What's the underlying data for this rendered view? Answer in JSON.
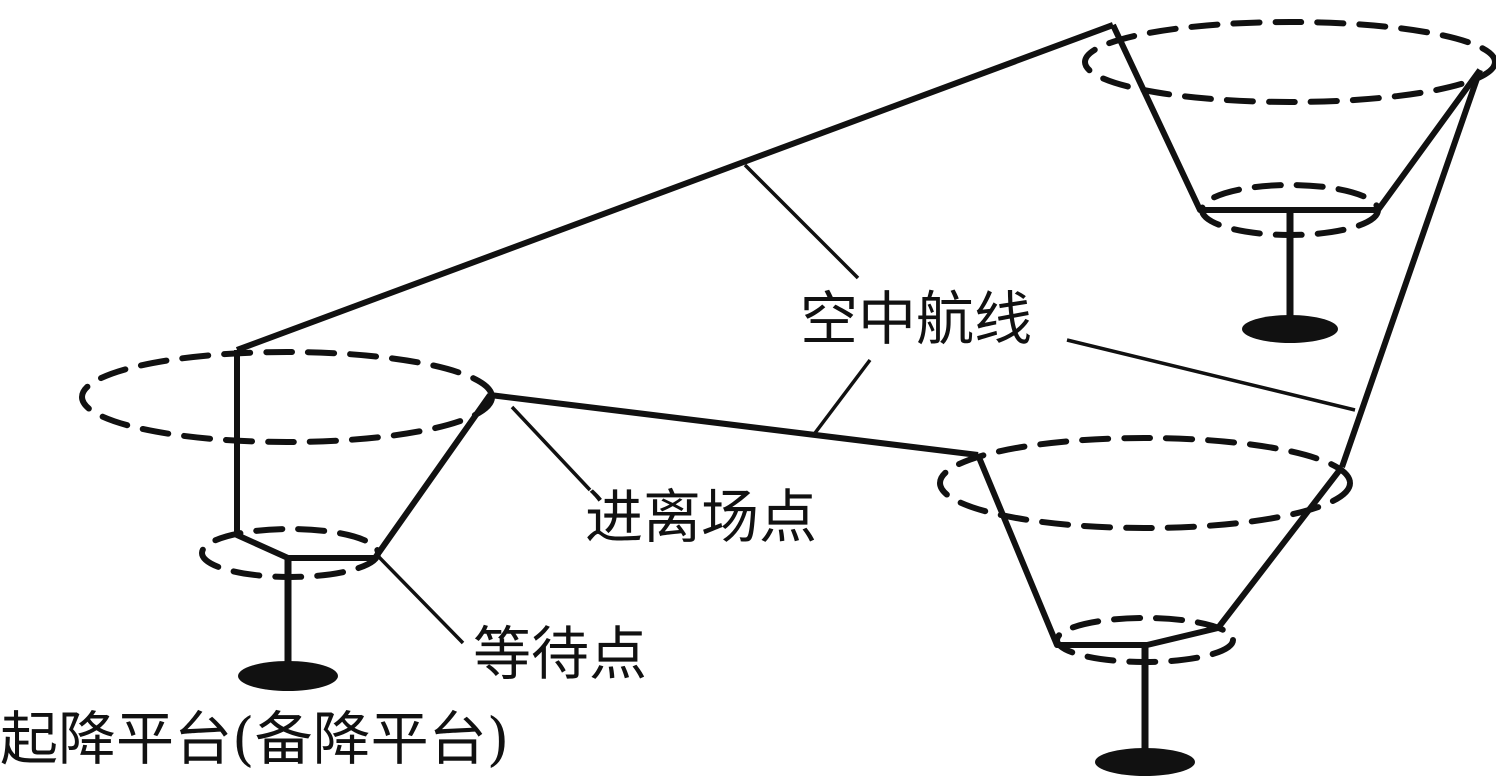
{
  "labels": {
    "air_route": "空中航线",
    "approach_departure_point": "进离场点",
    "holding_point": "等待点",
    "platform": "起降平台(备降平台)"
  },
  "colors": {
    "line": "#111111",
    "background": "#ffffff"
  }
}
